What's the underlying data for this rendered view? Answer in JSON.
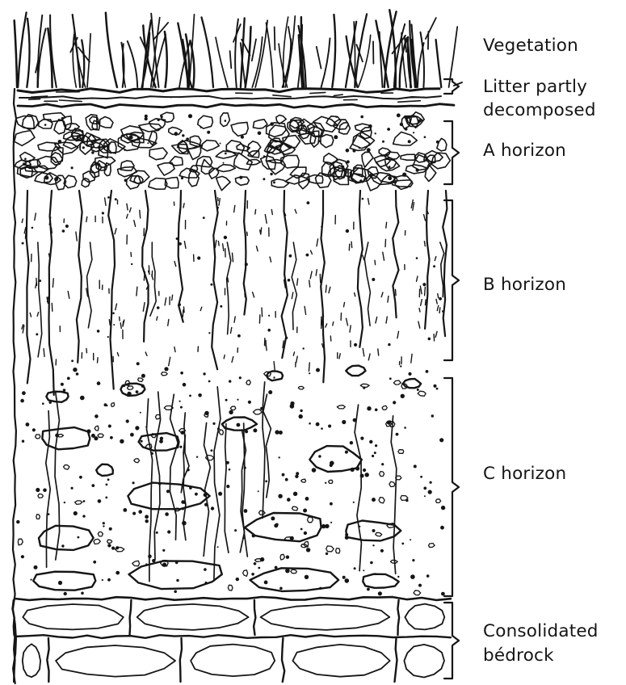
{
  "labels": {
    "vegetation": "Vegetation",
    "litter_line1": "Litter partly",
    "litter_line2": "decomposed",
    "a_horizon": "A horizon",
    "b_horizon": "B horizon",
    "c_horizon": "C horizon",
    "bedrock_line1": "Consolidated",
    "bedrock_line2": "bédrock"
  },
  "colors": {
    "ink": "#151515",
    "paper": "#ffffff"
  }
}
